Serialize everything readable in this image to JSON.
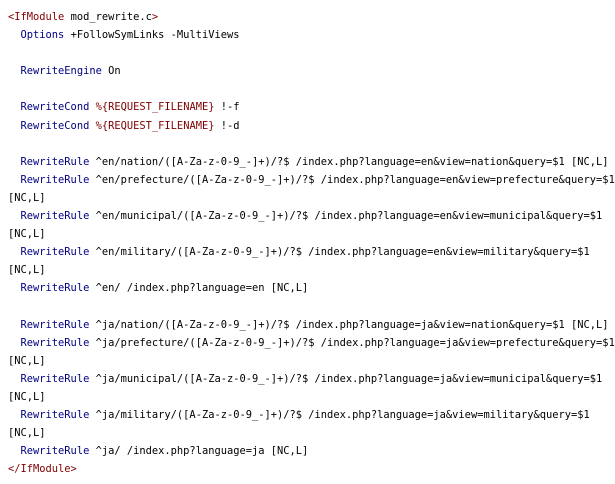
{
  "editor": {
    "theme_colors": {
      "tag": "#800000",
      "directive": "#000080",
      "variable": "#800000",
      "text": "#000000",
      "background": "#ffffff"
    },
    "lines": [
      [
        {
          "t": "tag",
          "v": "<IfModule"
        },
        {
          "t": "plain",
          "v": " mod_rewrite.c"
        },
        {
          "t": "tag",
          "v": ">"
        }
      ],
      [
        {
          "t": "plain",
          "v": "  "
        },
        {
          "t": "kw",
          "v": "Options"
        },
        {
          "t": "plain",
          "v": " +FollowSymLinks -MultiViews"
        }
      ],
      [],
      [
        {
          "t": "plain",
          "v": "  "
        },
        {
          "t": "kw",
          "v": "RewriteEngine"
        },
        {
          "t": "plain",
          "v": " On"
        }
      ],
      [],
      [
        {
          "t": "plain",
          "v": "  "
        },
        {
          "t": "kw",
          "v": "RewriteCond"
        },
        {
          "t": "plain",
          "v": " "
        },
        {
          "t": "var",
          "v": "%{REQUEST_FILENAME}"
        },
        {
          "t": "plain",
          "v": " !-f"
        }
      ],
      [
        {
          "t": "plain",
          "v": "  "
        },
        {
          "t": "kw",
          "v": "RewriteCond"
        },
        {
          "t": "plain",
          "v": " "
        },
        {
          "t": "var",
          "v": "%{REQUEST_FILENAME}"
        },
        {
          "t": "plain",
          "v": " !-d"
        }
      ],
      [],
      [
        {
          "t": "plain",
          "v": "  "
        },
        {
          "t": "kw",
          "v": "RewriteRule"
        },
        {
          "t": "plain",
          "v": " ^en/nation/([A-Za-z-0-9_-]+)/?$ /index.php?language=en&view=nation&query=$1 [NC,L]"
        }
      ],
      [
        {
          "t": "plain",
          "v": "  "
        },
        {
          "t": "kw",
          "v": "RewriteRule"
        },
        {
          "t": "plain",
          "v": " ^en/prefecture/([A-Za-z-0-9_-]+)/?$ /index.php?language=en&view=prefecture&query=$1"
        }
      ],
      [
        {
          "t": "plain",
          "v": "[NC,L]"
        }
      ],
      [
        {
          "t": "plain",
          "v": "  "
        },
        {
          "t": "kw",
          "v": "RewriteRule"
        },
        {
          "t": "plain",
          "v": " ^en/municipal/([A-Za-z-0-9_-]+)/?$ /index.php?language=en&view=municipal&query=$1"
        }
      ],
      [
        {
          "t": "plain",
          "v": "[NC,L]"
        }
      ],
      [
        {
          "t": "plain",
          "v": "  "
        },
        {
          "t": "kw",
          "v": "RewriteRule"
        },
        {
          "t": "plain",
          "v": " ^en/military/([A-Za-z-0-9_-]+)/?$ /index.php?language=en&view=military&query=$1"
        }
      ],
      [
        {
          "t": "plain",
          "v": "[NC,L]"
        }
      ],
      [
        {
          "t": "plain",
          "v": "  "
        },
        {
          "t": "kw",
          "v": "RewriteRule"
        },
        {
          "t": "plain",
          "v": " ^en/ /index.php?language=en [NC,L]"
        }
      ],
      [],
      [
        {
          "t": "plain",
          "v": "  "
        },
        {
          "t": "kw",
          "v": "RewriteRule"
        },
        {
          "t": "plain",
          "v": " ^ja/nation/([A-Za-z-0-9_-]+)/?$ /index.php?language=ja&view=nation&query=$1 [NC,L]"
        }
      ],
      [
        {
          "t": "plain",
          "v": "  "
        },
        {
          "t": "kw",
          "v": "RewriteRule"
        },
        {
          "t": "plain",
          "v": " ^ja/prefecture/([A-Za-z-0-9_-]+)/?$ /index.php?language=ja&view=prefecture&query=$1"
        }
      ],
      [
        {
          "t": "plain",
          "v": "[NC,L]"
        }
      ],
      [
        {
          "t": "plain",
          "v": "  "
        },
        {
          "t": "kw",
          "v": "RewriteRule"
        },
        {
          "t": "plain",
          "v": " ^ja/municipal/([A-Za-z-0-9_-]+)/?$ /index.php?language=ja&view=municipal&query=$1"
        }
      ],
      [
        {
          "t": "plain",
          "v": "[NC,L]"
        }
      ],
      [
        {
          "t": "plain",
          "v": "  "
        },
        {
          "t": "kw",
          "v": "RewriteRule"
        },
        {
          "t": "plain",
          "v": " ^ja/military/([A-Za-z-0-9_-]+)/?$ /index.php?language=ja&view=military&query=$1"
        }
      ],
      [
        {
          "t": "plain",
          "v": "[NC,L]"
        }
      ],
      [
        {
          "t": "plain",
          "v": "  "
        },
        {
          "t": "kw",
          "v": "RewriteRule"
        },
        {
          "t": "plain",
          "v": " ^ja/ /index.php?language=ja [NC,L]"
        }
      ],
      [
        {
          "t": "tag",
          "v": "</IfModule>"
        }
      ]
    ]
  }
}
